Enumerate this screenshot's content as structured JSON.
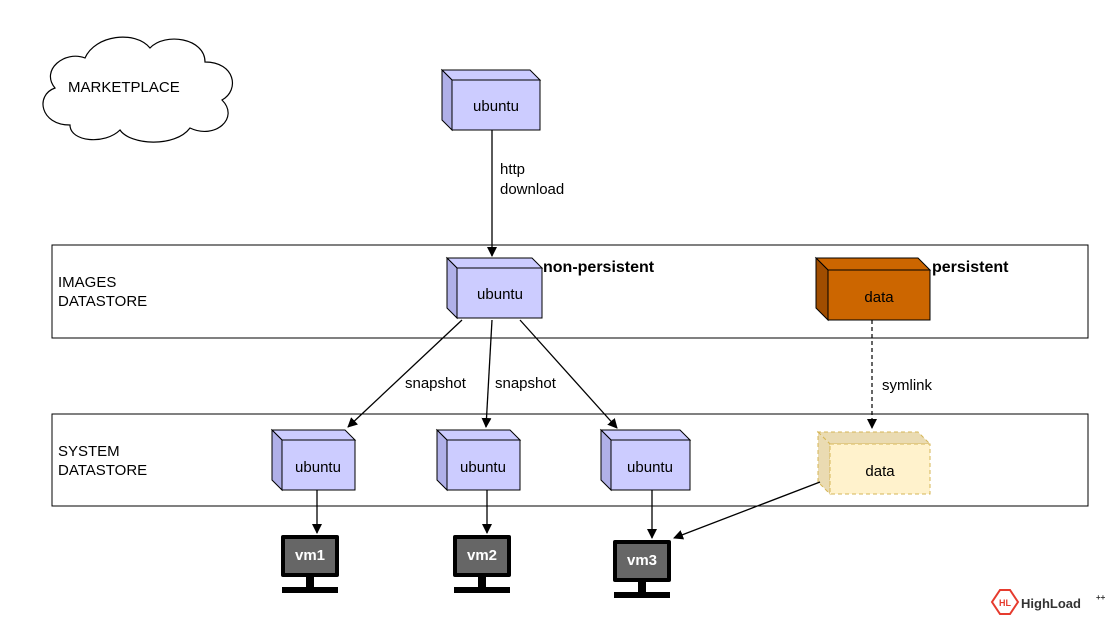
{
  "marketplace": {
    "label": "MARKETPLACE"
  },
  "images_datastore": {
    "line1": "IMAGES",
    "line2": "DATASTORE"
  },
  "system_datastore": {
    "line1": "SYSTEM",
    "line2": "DATASTORE"
  },
  "market_image": {
    "label": "ubuntu"
  },
  "download_edge": {
    "line1": "http",
    "line2": "download"
  },
  "image_ubuntu": {
    "label": "ubuntu",
    "tag": "non-persistent"
  },
  "image_data": {
    "label": "data",
    "tag": "persistent"
  },
  "snapshot_left": "snapshot",
  "snapshot_right": "snapshot",
  "symlink": "symlink",
  "system_images": [
    {
      "label": "ubuntu"
    },
    {
      "label": "ubuntu"
    },
    {
      "label": "ubuntu"
    }
  ],
  "system_data": {
    "label": "data"
  },
  "vms": [
    {
      "label": "vm1"
    },
    {
      "label": "vm2"
    },
    {
      "label": "vm3"
    }
  ],
  "logo": {
    "mark": "HL",
    "brand": "HighLoad",
    "suffix": "++"
  },
  "colors": {
    "cube_fill": "#ccccff",
    "cube_side": "#b0b0e8",
    "data_fill": "#cc6600",
    "data_side": "#a04d00",
    "symlink_fill": "#fff2cc",
    "symlink_side": "#eadbb2",
    "vm_screen": "#666666",
    "logo_red": "#e63b2e"
  }
}
